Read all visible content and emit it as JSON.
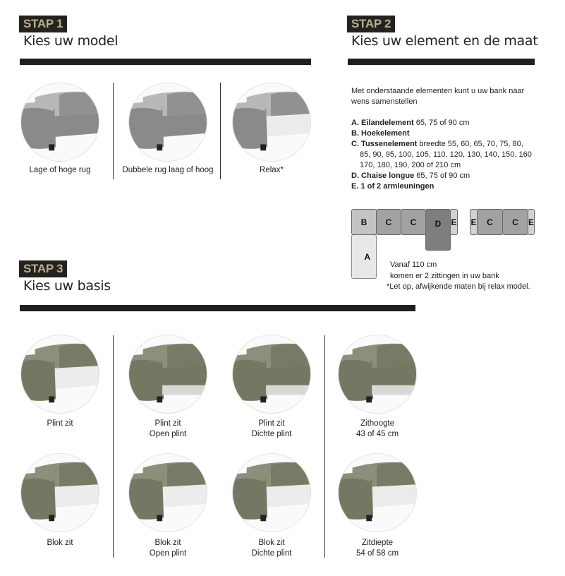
{
  "step1": {
    "badge": "STAP 1",
    "title": "Kies uw model",
    "models": [
      {
        "label": "Lage of hoge rug"
      },
      {
        "label": "Dubbele rug laag of hoog"
      },
      {
        "label": "Relax*"
      }
    ]
  },
  "step2": {
    "badge": "STAP 2",
    "title": "Kies uw element en de maat",
    "intro": "Met onderstaande elementen kunt u uw bank naar wens samenstellen",
    "elements": [
      {
        "key": "A. Eilandelement",
        "detail": " 65, 75 of 90 cm"
      },
      {
        "key": "B. Hoekelement",
        "detail": ""
      },
      {
        "key": "C. Tussenelement",
        "detail": " breedte 55, 60, 65, 70, 75, 80,"
      },
      {
        "key": "D. Chaise longue",
        "detail": " 65, 75 of 90 cm"
      },
      {
        "key": "E. 1 of 2 armleuningen",
        "detail": ""
      }
    ],
    "tussen_line2": "85, 90, 95, 100, 105, 110, 120, 130, 140, 150, 160",
    "tussen_line3": "170, 180, 190, 200 of 210 cm",
    "diagram": {
      "A": "A",
      "B": "B",
      "C": "C",
      "D": "D",
      "E": "E"
    },
    "note1": "Vanaf 110 cm",
    "note2": "komen er 2 zittingen in uw bank",
    "note3": "*Let op, afwijkende maten bij relax model."
  },
  "step3": {
    "badge": "STAP 3",
    "title": "Kies uw basis",
    "row1": [
      {
        "l1": "Plint zit",
        "l2": ""
      },
      {
        "l1": "Plint zit",
        "l2": "Open plint"
      },
      {
        "l1": "Plint zit",
        "l2": "Dichte plint"
      },
      {
        "l1": "Zithoogte",
        "l2": "43 of 45 cm"
      }
    ],
    "row2": [
      {
        "l1": "Blok zit",
        "l2": ""
      },
      {
        "l1": "Blok zit",
        "l2": "Open plint"
      },
      {
        "l1": "Blok zit",
        "l2": "Dichte plint"
      },
      {
        "l1": "Zitdiepte",
        "l2": "54 of 58 cm"
      }
    ]
  },
  "colors": {
    "badge_bg": "#24221f",
    "badge_text": "#b9ae8e",
    "fabric_grey": "#8a8a8a",
    "fabric_olive": "#737862"
  }
}
